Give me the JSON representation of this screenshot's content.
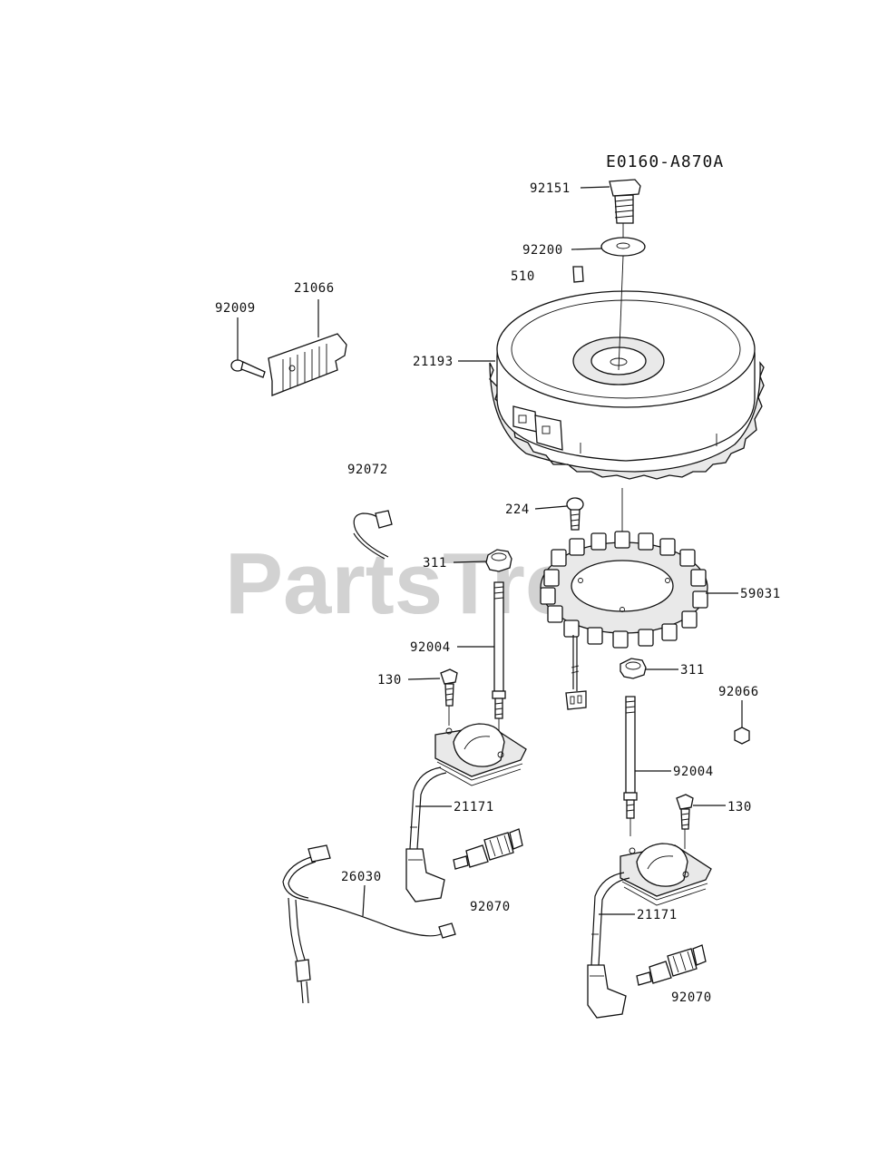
{
  "diagram": {
    "code": "E0160-A870A",
    "watermark": "PartsTree",
    "labels": {
      "p92151": "92151",
      "p92200": "92200",
      "p510": "510",
      "p21066": "21066",
      "p92009": "92009",
      "p21193": "21193",
      "p92072": "92072",
      "p224": "224",
      "p311a": "311",
      "p59031": "59031",
      "p92004a": "92004",
      "p311b": "311",
      "p130a": "130",
      "p92066": "92066",
      "p92004b": "92004",
      "p130b": "130",
      "p21171a": "21171",
      "p26030": "26030",
      "p92070a": "92070",
      "p21171b": "21171",
      "p92070b": "92070"
    }
  }
}
